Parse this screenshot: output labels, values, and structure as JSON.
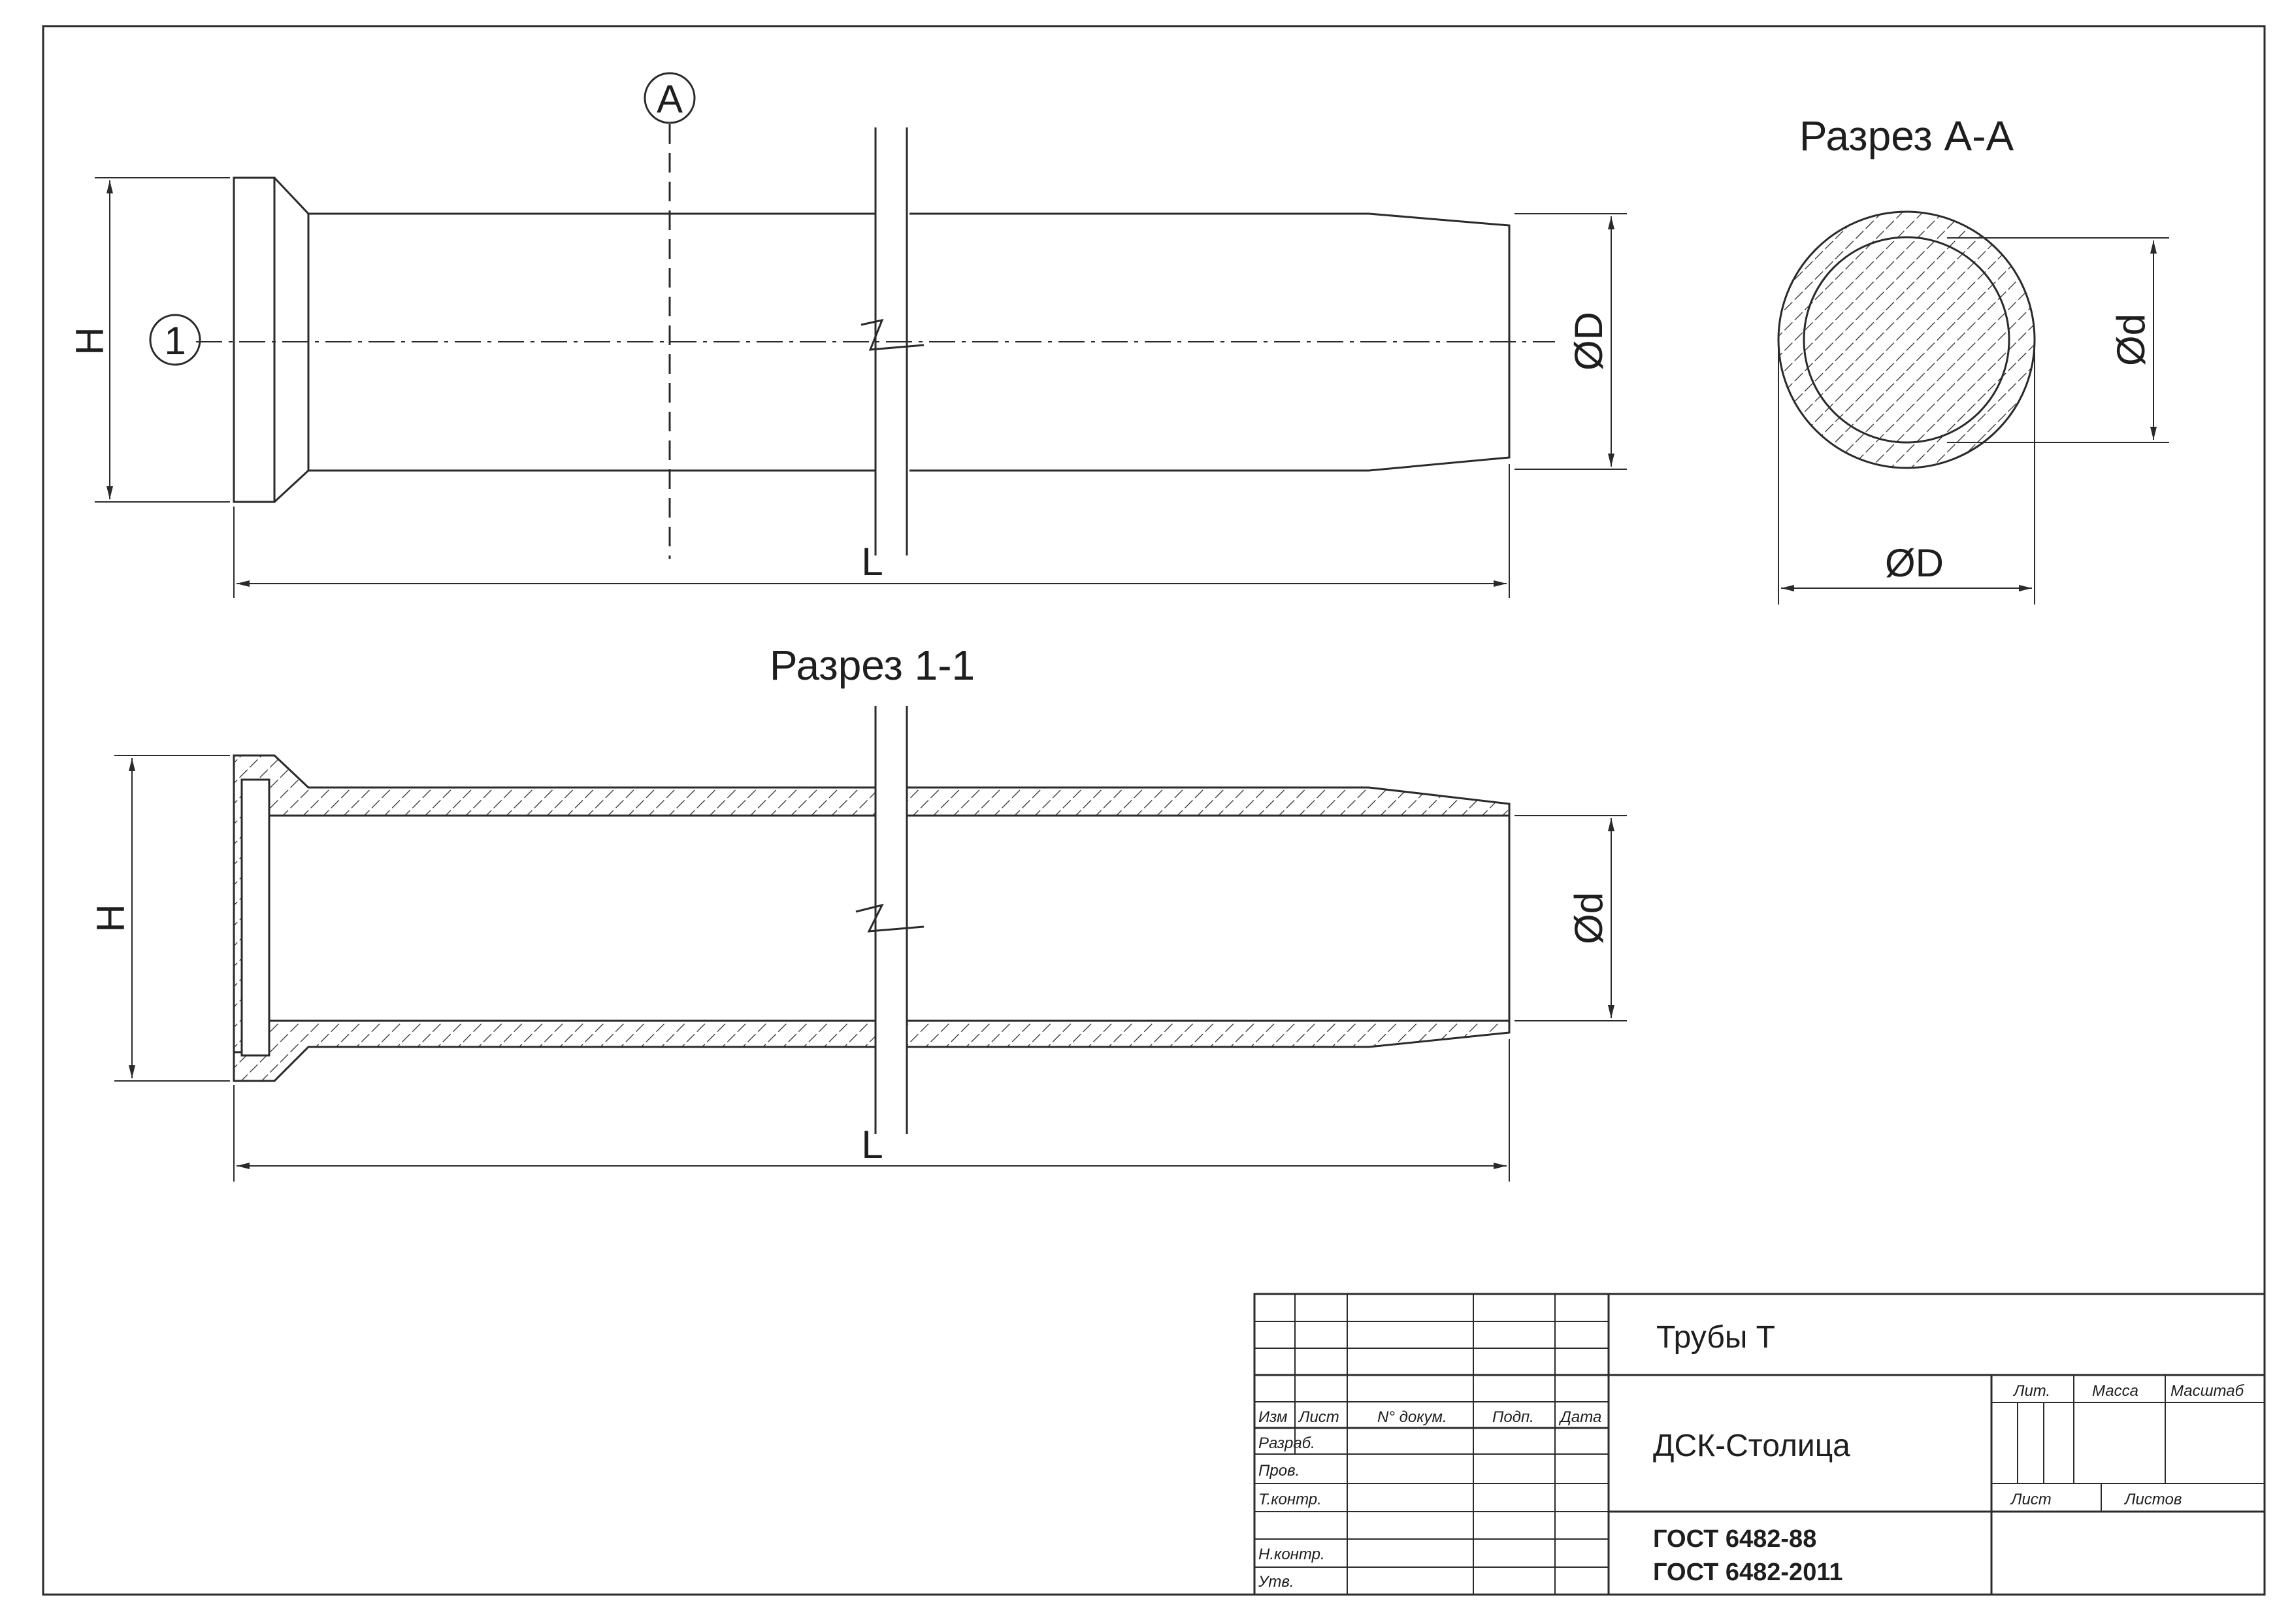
{
  "labels": {
    "dimension_H": "H",
    "dimension_L": "L",
    "dimension_outer_diameter": "ØD",
    "dimension_inner_diameter": "Ød",
    "marker_A": "A",
    "marker_1": "1",
    "section_AA_title": "Разрез А-А",
    "section_11_title": "Разрез 1-1"
  },
  "title_block": {
    "product_name": "Трубы Т",
    "organization": "ДСК-Столица",
    "standard_1": "ГОСТ 6482-88",
    "standard_2": "ГОСТ 6482-2011",
    "col_izm": "Изм",
    "col_list": "Лист",
    "col_doc": "N° докум.",
    "col_sign": "Подп.",
    "col_date": "Дата",
    "row_razrab": "Разраб.",
    "row_prov": "Пров.",
    "row_tkontr": "Т.контр.",
    "row_nkontr": "Н.контр.",
    "row_utv": "Утв.",
    "lit": "Лит.",
    "massa": "Масса",
    "masshtab": "Масштаб",
    "sheet": "Лист",
    "sheets": "Листов"
  },
  "colors": {
    "line": "#2a2a2a",
    "background": "#ffffff"
  }
}
